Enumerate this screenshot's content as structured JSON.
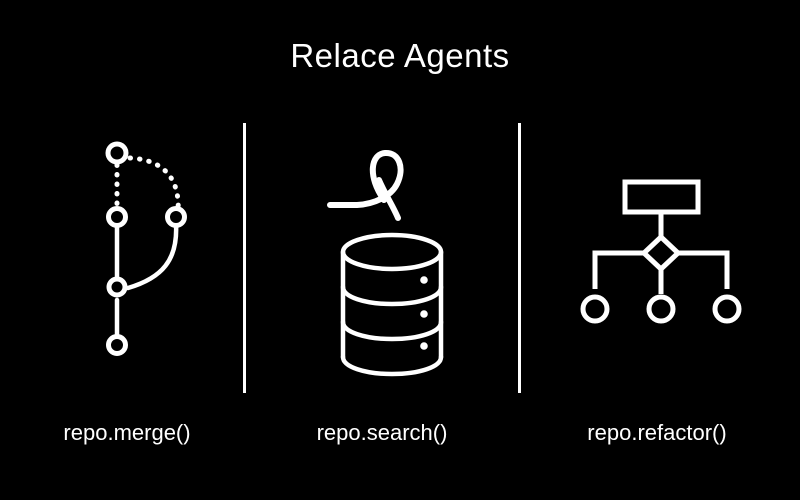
{
  "slide": {
    "title": "Relace Agents",
    "background_color": "#000000",
    "foreground_color": "#ffffff"
  },
  "panels": [
    {
      "id": "merge",
      "label": "repo.merge()",
      "icon_name": "git-branch-merge-icon",
      "icon_description": "Git branch graph with four circular commit nodes, dotted upper edges and a solid merge curve"
    },
    {
      "id": "search",
      "label": "repo.search()",
      "icon_name": "database-ribbon-icon",
      "icon_description": "Three-tier database cylinder with status dots, topped by a looped ribbon"
    },
    {
      "id": "refactor",
      "label": "repo.refactor()",
      "icon_name": "flowchart-hierarchy-icon",
      "icon_description": "Rectangle node above a diamond decision node branching to three circular nodes"
    }
  ],
  "dividers": [
    {
      "id": "divider-1"
    },
    {
      "id": "divider-2"
    }
  ]
}
